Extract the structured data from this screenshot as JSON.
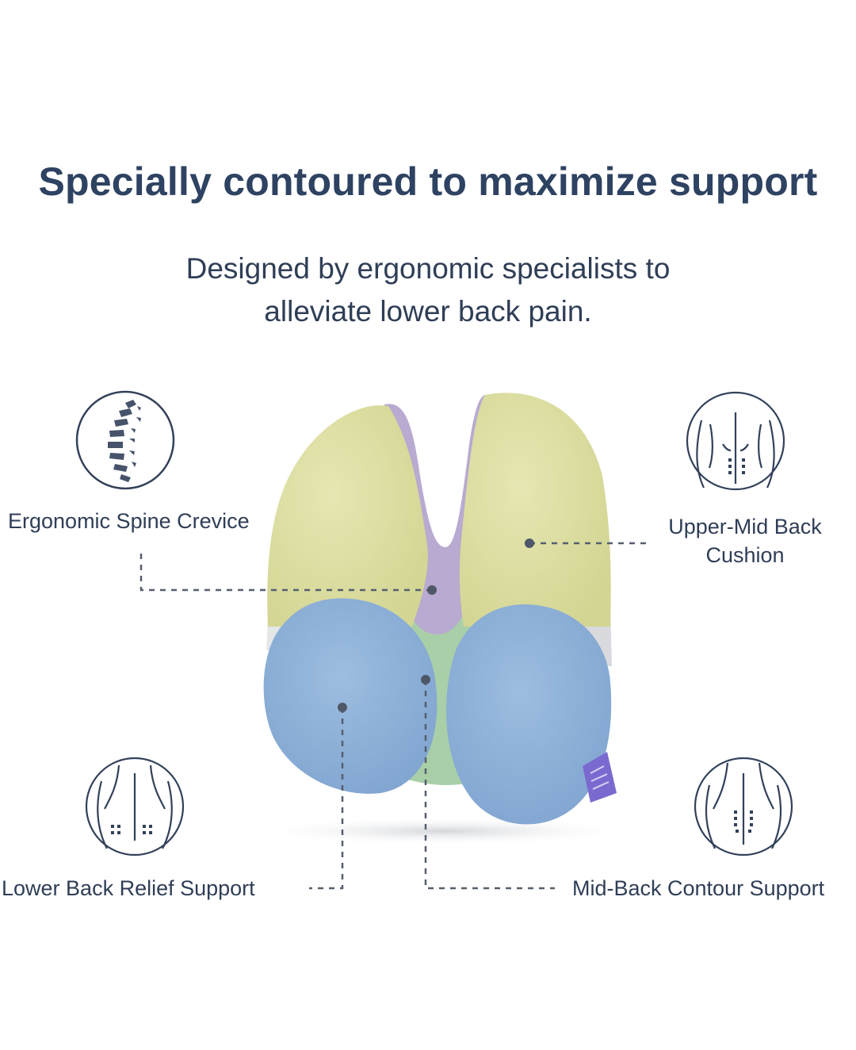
{
  "header": {
    "title": "Specially contoured to maximize support",
    "subtitle_line1": "Designed by ergonomic specialists to",
    "subtitle_line2": "alleviate lower back pain."
  },
  "callouts": {
    "spine_crevice": "Ergonomic Spine Crevice",
    "upper_mid_back_line1": "Upper-Mid Back",
    "upper_mid_back_line2": "Cushion",
    "lower_back": "Lower Back Relief Support",
    "mid_back": "Mid-Back Contour Support"
  },
  "icons": [
    "spine-icon",
    "upper-back-icon",
    "lower-back-icon",
    "mid-back-icon"
  ],
  "colors": {
    "text": "#2e4262",
    "yellow_zone": "#dfe0a4",
    "purple_zone": "#b8aad0",
    "green_zone": "#a9cfa8",
    "blue_zone": "#8fb1d6",
    "tag": "#7a6ad0",
    "leader_line": "#555f6e"
  }
}
